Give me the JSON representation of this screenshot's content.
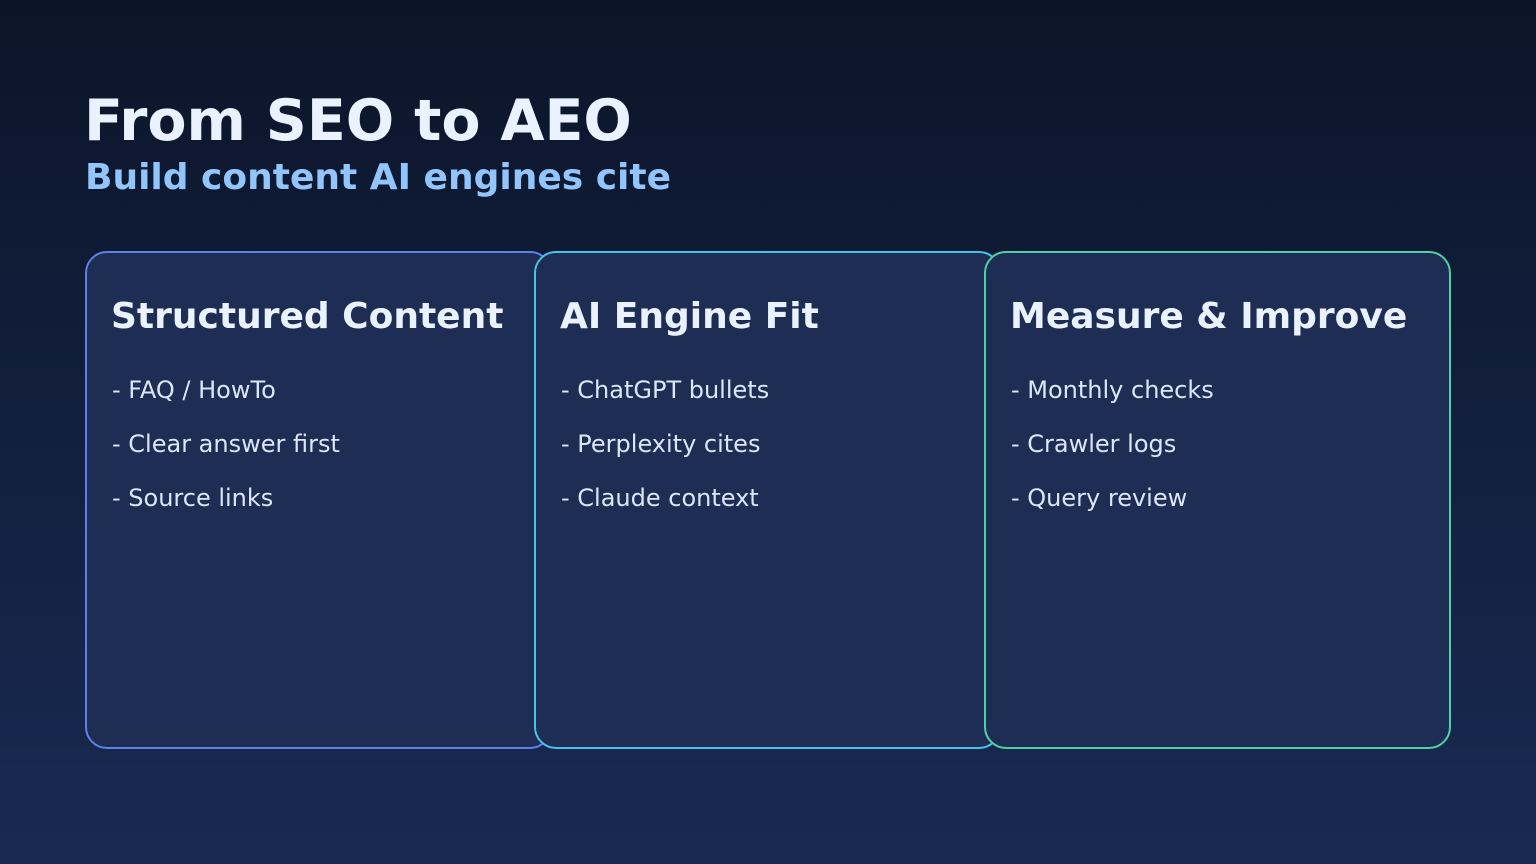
{
  "slide": {
    "title": "From SEO to AEO",
    "subtitle": "Build content AI engines cite"
  },
  "colors": {
    "title": "#eaf2ff",
    "subtitle": "#93c5fd",
    "card_background": "#1e2d54",
    "card1_border": "#5b82e8",
    "card2_border": "#46c3e6",
    "card3_border": "#4fd1a5"
  },
  "cards": [
    {
      "title": "Structured Content",
      "items": [
        "- FAQ / HowTo",
        "- Clear answer first",
        "- Source links"
      ]
    },
    {
      "title": "AI Engine Fit",
      "items": [
        "- ChatGPT bullets",
        "- Perplexity cites",
        "- Claude context"
      ]
    },
    {
      "title": "Measure & Improve",
      "items": [
        "- Monthly checks",
        "- Crawler logs",
        "- Query review"
      ]
    }
  ]
}
